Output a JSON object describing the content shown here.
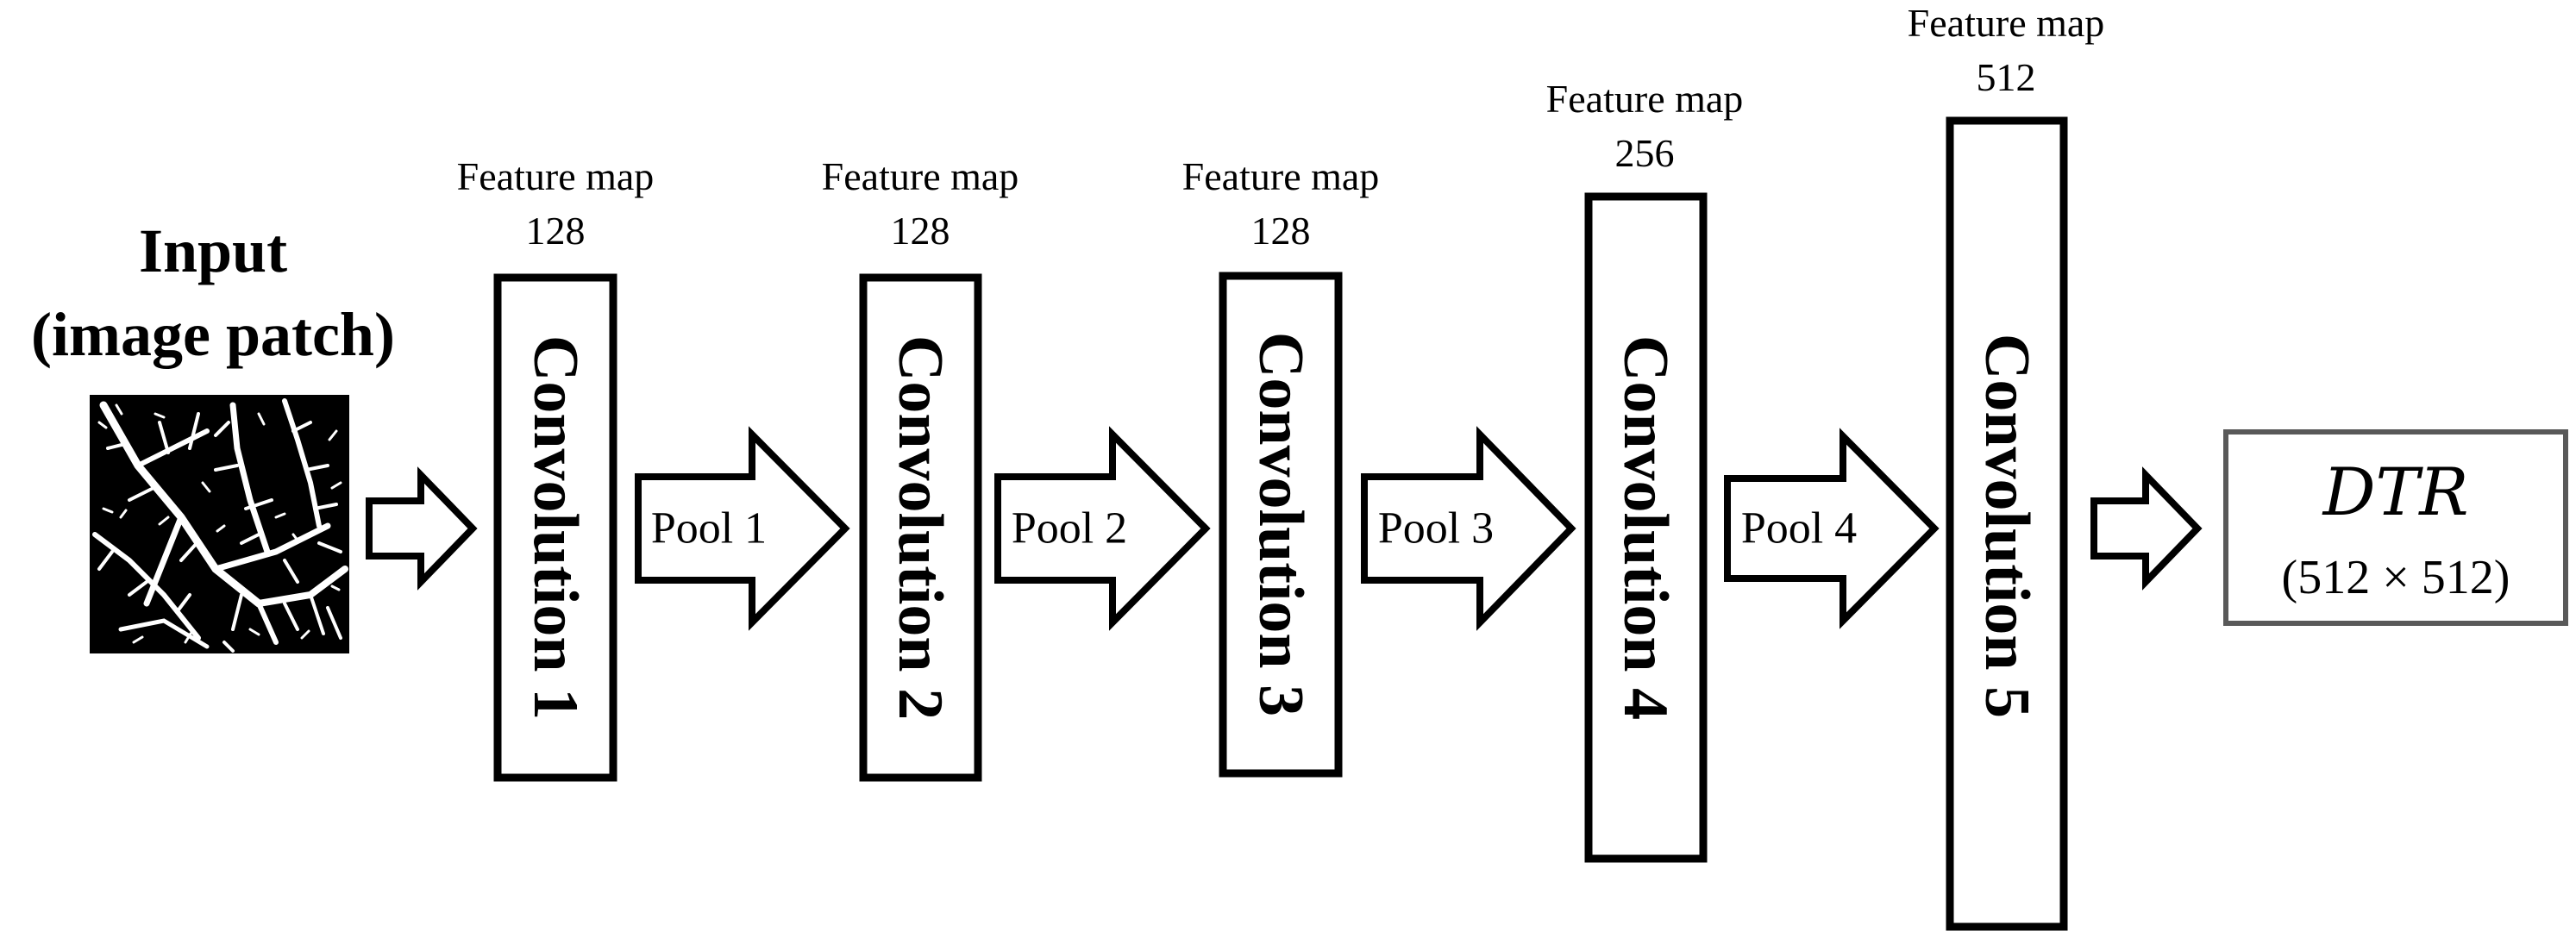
{
  "input": {
    "label_line1": "Input",
    "label_line2": "(image patch)"
  },
  "stages": [
    {
      "conv_label": "Convolution 1",
      "feature_map_label": "Feature map",
      "feature_map_count": "128"
    },
    {
      "conv_label": "Convolution 2",
      "feature_map_label": "Feature map",
      "feature_map_count": "128"
    },
    {
      "conv_label": "Convolution 3",
      "feature_map_label": "Feature map",
      "feature_map_count": "128"
    },
    {
      "conv_label": "Convolution 4",
      "feature_map_label": "Feature map",
      "feature_map_count": "256"
    },
    {
      "conv_label": "Convolution 5",
      "feature_map_label": "Feature map",
      "feature_map_count": "512"
    }
  ],
  "pools": [
    "Pool 1",
    "Pool 2",
    "Pool 3",
    "Pool 4"
  ],
  "output": {
    "title": "DTR",
    "size": "(512 × 512)"
  },
  "colors": {
    "stroke": "#000000",
    "output_border": "#595959",
    "image_bg": "#000000",
    "image_fg": "#ffffff"
  }
}
